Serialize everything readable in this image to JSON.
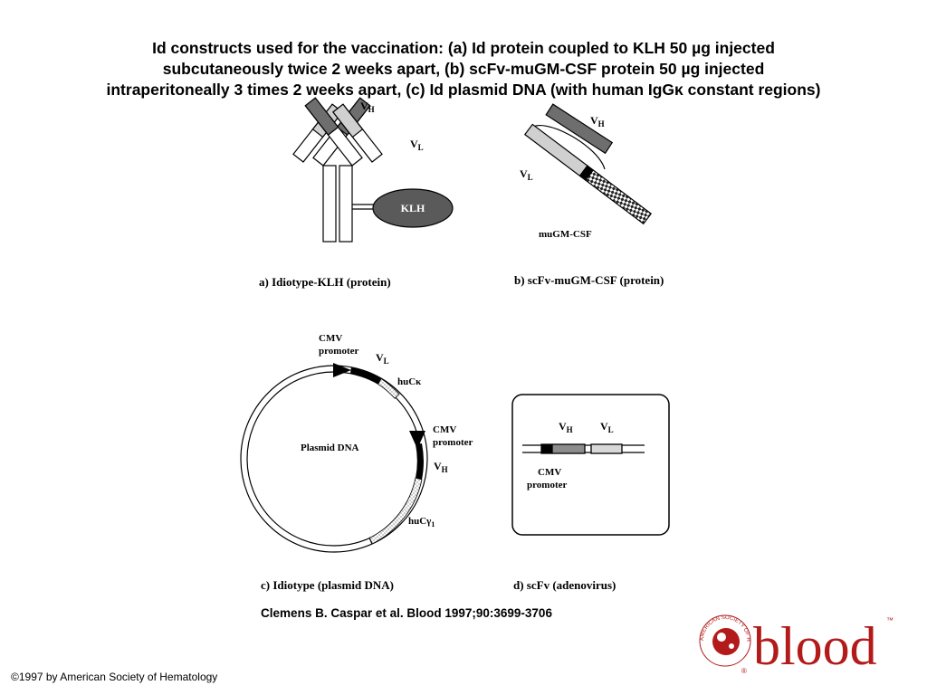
{
  "title": {
    "line1": "Id constructs used for the vaccination: (a) Id protein coupled to KLH 50 µg injected",
    "line2": "subcutaneously twice 2 weeks apart, (b) scFv-muGM-CSF protein 50 µg injected",
    "line3": "intraperitoneally 3 times 2 weeks apart, (c) Id plasmid DNA (with human IgGκ constant regions)"
  },
  "panel_a": {
    "vh": "V",
    "vh_sub": "H",
    "vl": "V",
    "vl_sub": "L",
    "klh": "KLH",
    "caption": "a) Idiotype-KLH (protein)"
  },
  "panel_b": {
    "vh": "V",
    "vh_sub": "H",
    "vl": "V",
    "vl_sub": "L",
    "gmcsf": "muGM-CSF",
    "caption": "b) scFv-muGM-CSF (protein)"
  },
  "panel_c": {
    "cmv1_line1": "CMV",
    "cmv1_line2": "promoter",
    "vl": "V",
    "vl_sub": "L",
    "huck": "huCκ",
    "cmv2_line1": "CMV",
    "cmv2_line2": "promoter",
    "vh": "V",
    "vh_sub": "H",
    "hucg": "huCγ",
    "hucg_sub": "1",
    "plasmid": "Plasmid DNA",
    "caption": "c) Idiotype (plasmid DNA)"
  },
  "panel_d": {
    "vh": "V",
    "vh_sub": "H",
    "vl": "V",
    "vl_sub": "L",
    "cmv_line1": "CMV",
    "cmv_line2": "promoter",
    "caption": "d) scFv (adenovirus)"
  },
  "citation": "Clemens B. Caspar et al. Blood 1997;90:3699-3706",
  "copyright": "©1997 by American Society of Hematology",
  "logo": {
    "word": "blood",
    "ring_text": "AMERICAN SOCIETY OF HEMATOLOGY",
    "tm": "™",
    "reg": "®"
  },
  "colors": {
    "logo_red": "#b31b1b",
    "dark_gray": "#6e6e6e",
    "light_gray": "#d0d0d0"
  }
}
